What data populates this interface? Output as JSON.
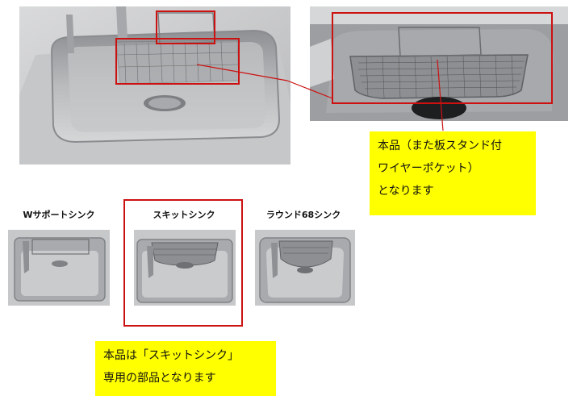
{
  "callout_top": {
    "lines": [
      "本品（また板スタンド付",
      "ワイヤーポケット）",
      "となります"
    ]
  },
  "sink_types": [
    {
      "label": "Wサポートシンク"
    },
    {
      "label": "スキットシンク"
    },
    {
      "label": "ラウンド68シンク"
    }
  ],
  "callout_bottom": {
    "lines": [
      "本品は「スキットシンク」",
      "専用の部品となります"
    ]
  },
  "colors": {
    "highlight": "#cc1111",
    "note_background": "#ffff00"
  }
}
